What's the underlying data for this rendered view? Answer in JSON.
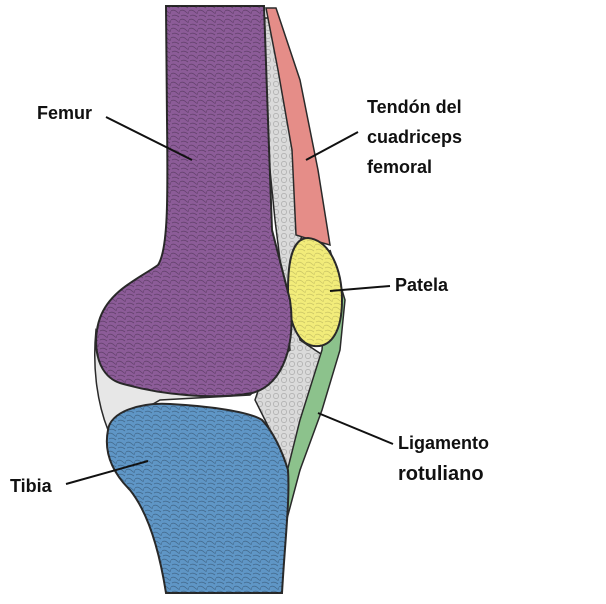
{
  "labels": {
    "femur": "Femur",
    "tendon_line1": "Tendón del",
    "tendon_line2": "cuadriceps",
    "tendon_line3": "femoral",
    "patela": "Patela",
    "ligamento_line1": "Ligamento",
    "ligamento_line2": "rotuliano",
    "tibia": "Tibia"
  },
  "colors": {
    "femur": "#8c5c98",
    "tibia": "#5f96c6",
    "patella": "#f2ec7a",
    "quadriceps_tendon": "#e58d88",
    "patellar_ligament": "#8cc28c",
    "fat_pad": "#dadada",
    "cartilage": "#e7e7e7",
    "outline": "#2a2a2a"
  }
}
